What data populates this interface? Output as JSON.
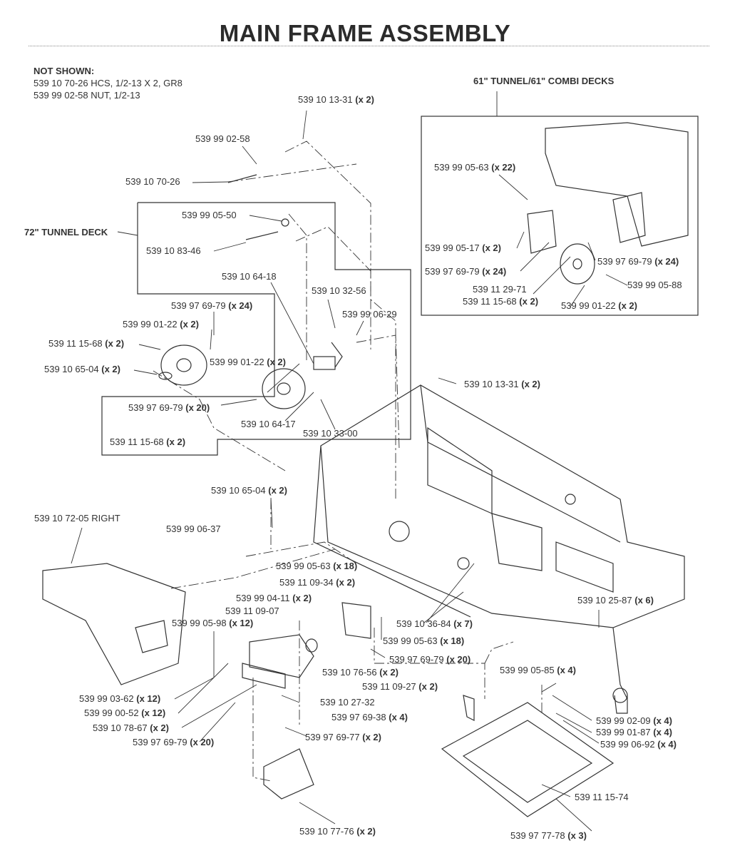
{
  "title": "MAIN FRAME ASSEMBLY",
  "not_shown": {
    "header": "NOT SHOWN:",
    "lines": [
      "539 10 70-26  HCS, 1/2-13 X 2, GR8",
      "539 99 02-58  NUT, 1/2-13"
    ]
  },
  "sections": {
    "tunnel72": "72\" TUNNEL DECK",
    "combi61": "61\" TUNNEL/61\" COMBI DECKS"
  },
  "labels": [
    {
      "part": "539 10 13-31",
      "qty": "(x 2)"
    },
    {
      "part": "539 99 02-58",
      "qty": ""
    },
    {
      "part": "539 10 70-26",
      "qty": ""
    },
    {
      "part": "539 99 05-50",
      "qty": ""
    },
    {
      "part": "539 10 83-46",
      "qty": ""
    },
    {
      "part": "539 10 64-18",
      "qty": ""
    },
    {
      "part": "539 10 32-56",
      "qty": ""
    },
    {
      "part": "539 99 06-29",
      "qty": ""
    },
    {
      "part": "539 97 69-79",
      "qty": "(x 24)"
    },
    {
      "part": "539 99 01-22",
      "qty": "(x 2)"
    },
    {
      "part": "539 11 15-68",
      "qty": "(x 2)"
    },
    {
      "part": "539 10 65-04",
      "qty": "(x 2)"
    },
    {
      "part": "539 99 01-22",
      "qty": "(x 2)"
    },
    {
      "part": "539 97 69-79",
      "qty": "(x 20)"
    },
    {
      "part": "539 10 64-17",
      "qty": ""
    },
    {
      "part": "539 10 33-00",
      "qty": ""
    },
    {
      "part": "539 11 15-68",
      "qty": "(x 2)"
    },
    {
      "part": "539 10 13-31",
      "qty": "(x 2)"
    },
    {
      "part": "539 10 65-04",
      "qty": "(x 2)"
    },
    {
      "part": "539 10 72-05 RIGHT",
      "qty": ""
    },
    {
      "part": "539 99 06-37",
      "qty": ""
    },
    {
      "part": "539 99 05-63",
      "qty": "(x 18)"
    },
    {
      "part": "539 11 09-34",
      "qty": "(x 2)"
    },
    {
      "part": "539 99 04-11",
      "qty": "(x 2)"
    },
    {
      "part": "539 11 09-07",
      "qty": ""
    },
    {
      "part": "539 99 05-98",
      "qty": "(x 12)"
    },
    {
      "part": "539 10 36-84",
      "qty": "(x 7)"
    },
    {
      "part": "539 99 05-63",
      "qty": "(x 18)"
    },
    {
      "part": "539 97 69-79",
      "qty": "(x 20)"
    },
    {
      "part": "539 10 76-56",
      "qty": "(x 2)"
    },
    {
      "part": "539 10 25-87",
      "qty": "(x 6)"
    },
    {
      "part": "539 99 05-85",
      "qty": "(x 4)"
    },
    {
      "part": "539 11 09-27",
      "qty": "(x 2)"
    },
    {
      "part": "539 99 03-62",
      "qty": "(x 12)"
    },
    {
      "part": "539 10 27-32",
      "qty": ""
    },
    {
      "part": "539 99 00-52",
      "qty": "(x 12)"
    },
    {
      "part": "539 97 69-38",
      "qty": "(x 4)"
    },
    {
      "part": "539 10 78-67",
      "qty": "(x 2)"
    },
    {
      "part": "539 97 69-77",
      "qty": "(x 2)"
    },
    {
      "part": "539 97 69-79",
      "qty": "(x 20)"
    },
    {
      "part": "539 99 02-09",
      "qty": "(x 4)"
    },
    {
      "part": "539 99 01-87",
      "qty": "(x 4)"
    },
    {
      "part": "539 99 06-92",
      "qty": "(x 4)"
    },
    {
      "part": "539 11 15-74",
      "qty": ""
    },
    {
      "part": "539 10 77-76",
      "qty": "(x 2)"
    },
    {
      "part": "539 97 77-78",
      "qty": "(x 3)"
    },
    {
      "part": "539 99 05-63",
      "qty": "(x 22)"
    },
    {
      "part": "539 99 05-17",
      "qty": "(x 2)"
    },
    {
      "part": "539 97 69-79",
      "qty": "(x 24)"
    },
    {
      "part": "539 97 69-79",
      "qty": "(x 24)"
    },
    {
      "part": "539 11 29-71",
      "qty": ""
    },
    {
      "part": "539 11 15-68",
      "qty": "(x 2)"
    },
    {
      "part": "539 99 05-88",
      "qty": ""
    },
    {
      "part": "539 99 01-22",
      "qty": "(x 2)"
    }
  ]
}
